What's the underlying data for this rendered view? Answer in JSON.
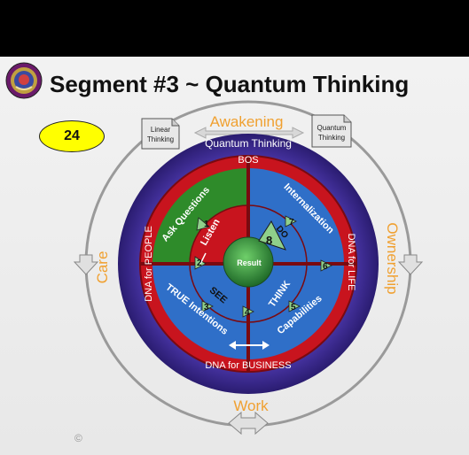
{
  "title": "Segment #3 ~ Quantum Thinking",
  "badge": "24",
  "copyright": "©",
  "outer": {
    "top": "Awakening",
    "bottom": "Work",
    "left": "Care",
    "right": "Ownership"
  },
  "notes": {
    "left": [
      "Linear",
      "Thinking"
    ],
    "right": [
      "Quantum",
      "Thinking"
    ]
  },
  "rings": {
    "purple_top": "Quantum  Thinking",
    "bos": "BOS",
    "left": "DNA for PEOPLE",
    "right": "DNA for LIFE",
    "bottom": "DNA for BUSINESS"
  },
  "quadrants": {
    "top_left": "Ask Questions",
    "top_right": "Internalization",
    "bottom_left": "TRUE Intentions",
    "bottom_right": "Capabilities"
  },
  "inner": {
    "listen": "Listen",
    "do": "DO",
    "see": "SEE",
    "think": "THINK",
    "center": "Result"
  },
  "steps": [
    "1",
    "2",
    "3",
    "4",
    "5",
    "6",
    "7",
    "8"
  ],
  "colors": {
    "purple": "#3b2a8a",
    "red": "#c8141e",
    "dark_red": "#7a0a10",
    "green": "#2e8b2a",
    "blue": "#2f6fc8",
    "orange": "#f0a030",
    "center_green": "#2f7a3a"
  }
}
